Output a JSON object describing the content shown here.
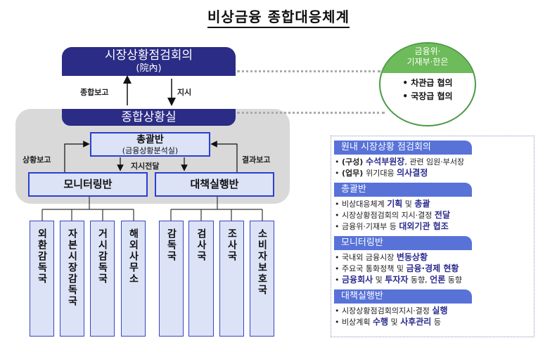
{
  "title": "비상금융 종합대응체계",
  "top_box": {
    "line1": "시장상황점검회의",
    "line2": "(院內)"
  },
  "arrows": {
    "up_label": "종합보고",
    "down_label": "지시"
  },
  "situation_room": "종합상황실",
  "general_team": {
    "name": "총괄반",
    "sub": "(금융상황분석실)"
  },
  "labels": {
    "left": "상황보고",
    "center": "지시전달",
    "right": "결과보고"
  },
  "monitoring_team": "모니터링반",
  "action_team": "대책실행반",
  "leaf_units": [
    "외환감독국",
    "자본시장감독국",
    "거시감독국",
    "해외사무소",
    "감독국",
    "검사국",
    "조사국",
    "소비자보호국"
  ],
  "circle": {
    "header_line1": "금융위·",
    "header_line2": "기재부·한은",
    "items": [
      "• 차관급 협의",
      "• 국장급 협의"
    ]
  },
  "panel": {
    "sections": [
      {
        "title": "원내 시장상황 점검회의",
        "items": [
          [
            {
              "t": "• "
            },
            {
              "t": "(구성) ",
              "s": "bd"
            },
            {
              "t": "수석부원장",
              "s": "hl"
            },
            {
              "t": ", 관련 임원·부서장"
            }
          ],
          [
            {
              "t": "• "
            },
            {
              "t": "(업무) ",
              "s": "bd"
            },
            {
              "t": "위기대응 "
            },
            {
              "t": "의사결정",
              "s": "hl"
            }
          ]
        ]
      },
      {
        "title": "총괄반",
        "items": [
          [
            {
              "t": "• 비상대응체계 "
            },
            {
              "t": "기획",
              "s": "hl"
            },
            {
              "t": " 및 "
            },
            {
              "t": "총괄",
              "s": "hl"
            }
          ],
          [
            {
              "t": "• 시장상황점검회의 지시·결정 "
            },
            {
              "t": "전달",
              "s": "hl"
            }
          ],
          [
            {
              "t": "• 금융위·기재부 등 "
            },
            {
              "t": "대외기관 협조",
              "s": "hl"
            }
          ]
        ]
      },
      {
        "title": "모니터링반",
        "items": [
          [
            {
              "t": "• 국내외 금융시장 "
            },
            {
              "t": "변동상황",
              "s": "hl"
            }
          ],
          [
            {
              "t": "• 주요국 통화정책 및 "
            },
            {
              "t": "금융·경제 현황",
              "s": "hl"
            }
          ],
          [
            {
              "t": "• "
            },
            {
              "t": "금융회사",
              "s": "hl"
            },
            {
              "t": " 및 "
            },
            {
              "t": "투자자",
              "s": "hl"
            },
            {
              "t": " 동향, "
            },
            {
              "t": "언론",
              "s": "hl"
            },
            {
              "t": " 동향"
            }
          ]
        ]
      },
      {
        "title": "대책실행반",
        "items": [
          [
            {
              "t": "• 시장상황점검회의지시·결정 "
            },
            {
              "t": "실행",
              "s": "hl"
            }
          ],
          [
            {
              "t": "• 비상계획 "
            },
            {
              "t": "수행",
              "s": "hl"
            },
            {
              "t": " 및 "
            },
            {
              "t": "사후관리",
              "s": "hl"
            },
            {
              "t": " 등"
            }
          ]
        ]
      }
    ]
  }
}
